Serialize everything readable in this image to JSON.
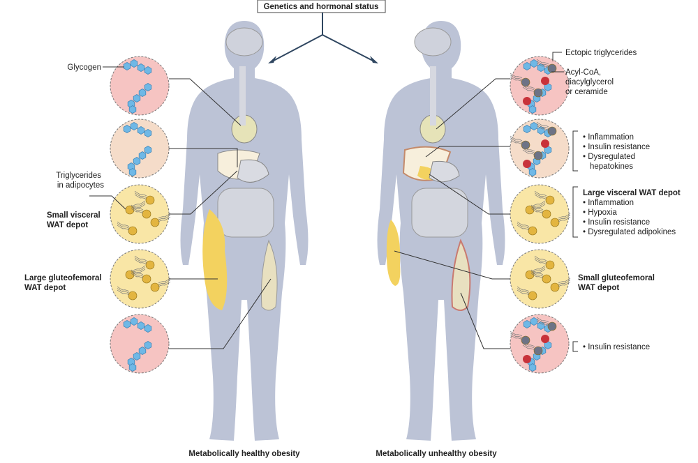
{
  "top_label": "Genetics and hormonal status",
  "left": {
    "title": "Metabolically healthy obesity",
    "labels": {
      "glycogen": "Glycogen",
      "triglycerides_line1": "Triglycerides",
      "triglycerides_line2": "in adipocytes",
      "visceral_line1": "Small visceral",
      "visceral_line2": "WAT depot",
      "gluteo_line1": "Large gluteofemoral",
      "gluteo_line2": "WAT depot"
    }
  },
  "right": {
    "title": "Metabolically unhealthy obesity",
    "labels": {
      "ectopic": "Ectopic triglycerides",
      "acyl_line1": "Acyl-CoA,",
      "acyl_line2": "diacylglycerol",
      "acyl_line3": "or ceramide",
      "liver_bullets": [
        "Inflammation",
        "Insulin resistance",
        "Dysregulated",
        "hepatokines"
      ],
      "visceral_title": "Large visceral WAT depot",
      "visceral_bullets": [
        "Inflammation",
        "Hypoxia",
        "Insulin resistance",
        "Dysregulated adipokines"
      ],
      "gluteo_line1": "Small gluteofemoral",
      "gluteo_line2": "WAT depot",
      "muscle_bullets": [
        "Insulin resistance"
      ]
    }
  },
  "colors": {
    "muscle": "#f6c4c2",
    "liver": "#f5dcc9",
    "adipose": "#f9e6a6",
    "glycogen": "#6fb8e6",
    "lipid": "#e3b540",
    "ectopic": "#6d7386",
    "ceramide": "#c8323a",
    "body": "#bcc3d6"
  }
}
